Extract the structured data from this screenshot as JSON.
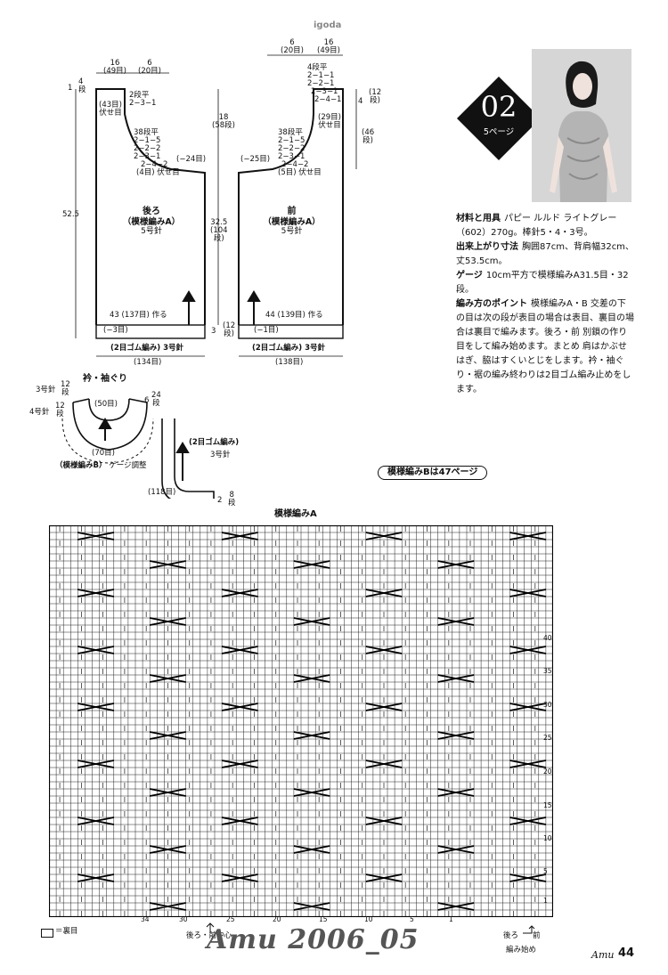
{
  "header": {
    "watermark_top": "igoda"
  },
  "pattern_no": {
    "number": "02",
    "page_ref": "5ページ"
  },
  "back_piece": {
    "title": "後ろ",
    "subtitle": "（模様編みA）",
    "needle": "5号針",
    "top_dims": [
      "16",
      "(49目)",
      "6",
      "(20目)"
    ],
    "shoulder_rows": [
      "1",
      "4",
      "段"
    ],
    "shoulder_note": [
      "2段平",
      "2−3−1"
    ],
    "shoulder_bindoff": [
      "(43目)",
      "伏せ目"
    ],
    "armhole_steps": [
      "38段平",
      "2−1−5",
      "2−2−2",
      "2−3−1",
      "2−4−2",
      "(4目) 伏せ目"
    ],
    "armhole_dec": "(−24目)",
    "length": "52.5",
    "armhole_depth": [
      "18",
      "(58段)"
    ],
    "body_rows": [
      "32.5",
      "(104",
      "段)"
    ],
    "cast_on": "43 (137目) 作る",
    "rib_dec": "(−3目)",
    "rib": "(2目ゴム編み) 3号針",
    "rib_width": "(134目)",
    "rib_rows": [
      "3",
      "(12",
      "段)"
    ]
  },
  "front_piece": {
    "title": "前",
    "subtitle": "（模様編みA）",
    "needle": "5号針",
    "top_dims": [
      "6",
      "(20目)",
      "16",
      "(49目)"
    ],
    "neck_steps": [
      "4段平",
      "2−1−1",
      "2−2−1",
      "2−3−1",
      "2−4−1"
    ],
    "neck_bindoff": [
      "(29目)",
      "伏せ目"
    ],
    "neck_rows": [
      "4",
      "(12",
      "段)"
    ],
    "neck_depth": [
      "(46",
      "段)"
    ],
    "armhole_steps": [
      "38段平",
      "2−1−5",
      "2−2−2",
      "2−3−1",
      "2−4−2",
      "(5目) 伏せ目"
    ],
    "armhole_dec": "(−25目)",
    "cast_on": "44 (139目) 作る",
    "rib_dec": "(−1目)",
    "rib": "(2目ゴム編み) 3号針",
    "rib_width": "(138目)"
  },
  "collar": {
    "title": "衿・袖ぐり",
    "needle3": "3号針",
    "needle4": "4号針",
    "rows12a": [
      "12",
      "段"
    ],
    "rows12b": [
      "12",
      "段"
    ],
    "inner": "(50目)",
    "outer": "(70目)",
    "rows6": "6",
    "rows24": [
      "24",
      "段"
    ],
    "pattern_b": "（模様編みB）",
    "gauge_adjust": "ゲージ調整",
    "armband_rib": "(2目ゴム編み)",
    "armband_needle": "3号針",
    "armband_sts": "(118目)",
    "armband_rows": [
      "2",
      "8",
      "段"
    ]
  },
  "info": {
    "materials_label": "材料と用具",
    "materials": "パピー ルルド ライトグレー（602）270g。棒針5・4・3号。",
    "size_label": "出来上がり寸法",
    "size": "胸囲87cm、背肩幅32cm、丈53.5cm。",
    "gauge_label": "ゲージ",
    "gauge": "10cm平方で模様編みA31.5目・32段。",
    "points_label": "編み方のポイント",
    "points": "模様編みA・B 交差の下の目は次の段が表目の場合は表目、裏目の場合は裏目で編みます。後ろ・前 別鎖の作り目をして編み始めます。まとめ 肩はかぶせはぎ、脇はすくいとじをします。衿・袖ぐり・裾の編み終わりは2目ゴム編み止めをします。"
  },
  "pattern_b_note": "模様編みBは47ページ",
  "chart": {
    "title": "模様編みA",
    "row_labels": [
      "40",
      "35",
      "30",
      "25",
      "20",
      "15",
      "10",
      "5",
      "1"
    ],
    "col_labels": [
      "34",
      "30",
      "25",
      "20",
      "15",
      "10",
      "5",
      "1"
    ],
    "center_note": "後ろ・前中心",
    "legend": "＝裏目",
    "start_note": [
      "後ろ",
      "前"
    ],
    "start_label": "編み始め"
  },
  "footer": {
    "watermark": "Amu 2006_05",
    "magazine": "Amu",
    "page": "44"
  }
}
